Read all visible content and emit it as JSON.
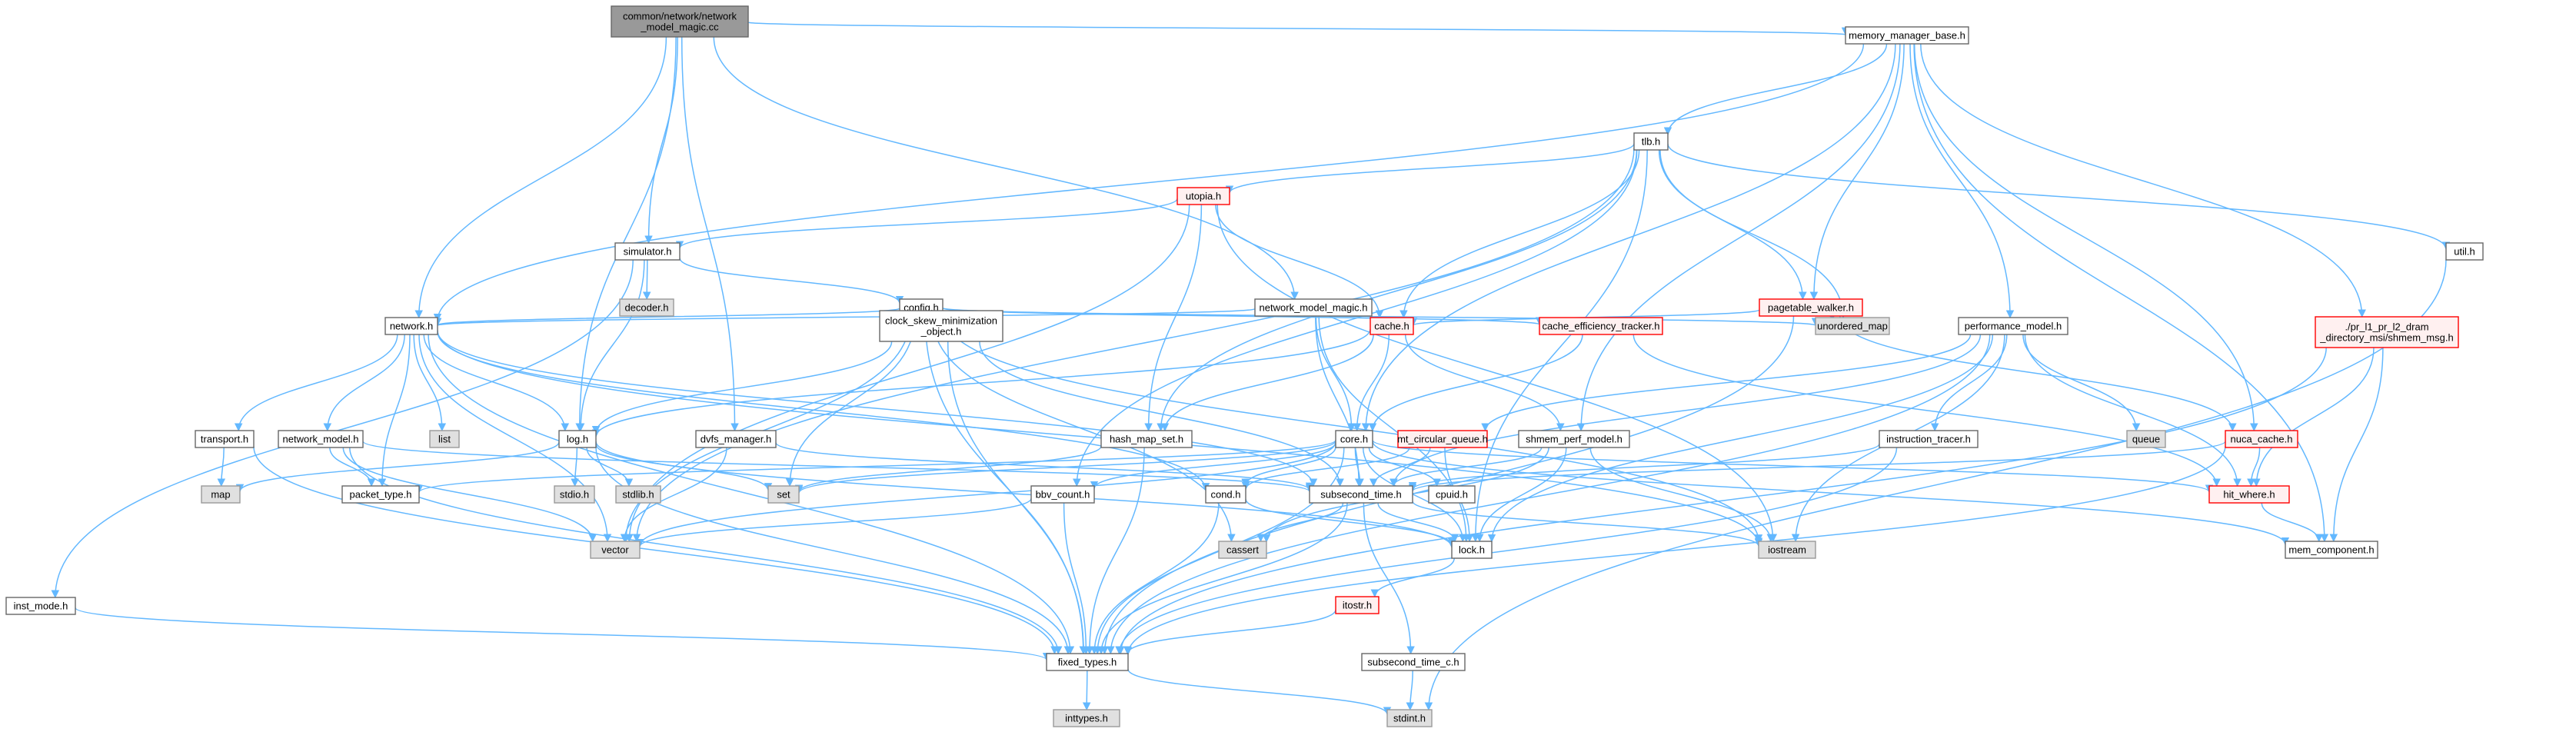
{
  "diagram": {
    "type": "include-dependency-graph",
    "colors": {
      "edge": "#63b8ff",
      "root_fill": "#999999",
      "root_border": "#666666",
      "file_fill": "#ffffff",
      "file_border": "#666666",
      "external_fill": "#e0e0e0",
      "external_border": "#999999",
      "truncated_border": "#ff0000",
      "truncated_fill": "#fff0f0"
    },
    "nodes": [
      {
        "id": "root",
        "label": "common/network/network\n_model_magic.cc",
        "kind": "root"
      },
      {
        "id": "memory_manager_base",
        "label": "memory_manager_base.h",
        "kind": "file"
      },
      {
        "id": "tlb",
        "label": "tlb.h",
        "kind": "file"
      },
      {
        "id": "utopia",
        "label": "utopia.h",
        "kind": "truncated"
      },
      {
        "id": "util",
        "label": "util.h",
        "kind": "file"
      },
      {
        "id": "simulator",
        "label": "simulator.h",
        "kind": "file"
      },
      {
        "id": "decoder",
        "label": "decoder.h",
        "kind": "external"
      },
      {
        "id": "config",
        "label": "config.h",
        "kind": "file"
      },
      {
        "id": "network_model_magic",
        "label": "network_model_magic.h",
        "kind": "file"
      },
      {
        "id": "pagetable_walker",
        "label": "pagetable_walker.h",
        "kind": "truncated"
      },
      {
        "id": "network",
        "label": "network.h",
        "kind": "file"
      },
      {
        "id": "clock_skew",
        "label": "clock_skew_minimization\n_object.h",
        "kind": "file"
      },
      {
        "id": "cache",
        "label": "cache.h",
        "kind": "truncated"
      },
      {
        "id": "cache_eff",
        "label": "cache_efficiency_tracker.h",
        "kind": "truncated"
      },
      {
        "id": "unordered_map",
        "label": "unordered_map",
        "kind": "external"
      },
      {
        "id": "performance_model",
        "label": "performance_model.h",
        "kind": "file"
      },
      {
        "id": "pr_l1",
        "label": "./pr_l1_pr_l2_dram\n_directory_msi/shmem_msg.h",
        "kind": "truncated"
      },
      {
        "id": "transport",
        "label": "transport.h",
        "kind": "file"
      },
      {
        "id": "network_model",
        "label": "network_model.h",
        "kind": "file"
      },
      {
        "id": "list",
        "label": "list",
        "kind": "external"
      },
      {
        "id": "log",
        "label": "log.h",
        "kind": "file"
      },
      {
        "id": "dvfs_manager",
        "label": "dvfs_manager.h",
        "kind": "file"
      },
      {
        "id": "hash_map_set",
        "label": "hash_map_set.h",
        "kind": "file"
      },
      {
        "id": "core",
        "label": "core.h",
        "kind": "file"
      },
      {
        "id": "mt_circular_queue",
        "label": "mt_circular_queue.h",
        "kind": "truncated"
      },
      {
        "id": "shmem_perf_model",
        "label": "shmem_perf_model.h",
        "kind": "file"
      },
      {
        "id": "instruction_tracer",
        "label": "instruction_tracer.h",
        "kind": "file"
      },
      {
        "id": "queue",
        "label": "queue",
        "kind": "external"
      },
      {
        "id": "nuca_cache",
        "label": "nuca_cache.h",
        "kind": "truncated"
      },
      {
        "id": "map",
        "label": "map",
        "kind": "external"
      },
      {
        "id": "packet_type",
        "label": "packet_type.h",
        "kind": "file"
      },
      {
        "id": "stdio",
        "label": "stdio.h",
        "kind": "external"
      },
      {
        "id": "stdlib",
        "label": "stdlib.h",
        "kind": "external"
      },
      {
        "id": "set",
        "label": "set",
        "kind": "external"
      },
      {
        "id": "subsecond_time",
        "label": "subsecond_time.h",
        "kind": "file"
      },
      {
        "id": "cpuid",
        "label": "cpuid.h",
        "kind": "file"
      },
      {
        "id": "hit_where",
        "label": "hit_where.h",
        "kind": "truncated"
      },
      {
        "id": "bbv_count",
        "label": "bbv_count.h",
        "kind": "file"
      },
      {
        "id": "cond",
        "label": "cond.h",
        "kind": "file"
      },
      {
        "id": "vector",
        "label": "vector",
        "kind": "external"
      },
      {
        "id": "cassert",
        "label": "cassert",
        "kind": "external"
      },
      {
        "id": "lock",
        "label": "lock.h",
        "kind": "file"
      },
      {
        "id": "iostream",
        "label": "iostream",
        "kind": "external"
      },
      {
        "id": "mem_component",
        "label": "mem_component.h",
        "kind": "file"
      },
      {
        "id": "inst_mode",
        "label": "inst_mode.h",
        "kind": "file"
      },
      {
        "id": "itostr",
        "label": "itostr.h",
        "kind": "truncated"
      },
      {
        "id": "fixed_types",
        "label": "fixed_types.h",
        "kind": "file"
      },
      {
        "id": "subsecond_time_c",
        "label": "subsecond_time_c.h",
        "kind": "file"
      },
      {
        "id": "inttypes",
        "label": "inttypes.h",
        "kind": "external"
      },
      {
        "id": "stdint",
        "label": "stdint.h",
        "kind": "external"
      }
    ],
    "edges": [
      [
        "root",
        "memory_manager_base"
      ],
      [
        "root",
        "network_model_magic"
      ],
      [
        "root",
        "simulator"
      ],
      [
        "root",
        "dvfs_manager"
      ],
      [
        "root",
        "log"
      ],
      [
        "root",
        "network"
      ],
      [
        "memory_manager_base",
        "tlb"
      ],
      [
        "memory_manager_base",
        "network"
      ],
      [
        "memory_manager_base",
        "pagetable_walker"
      ],
      [
        "memory_manager_base",
        "performance_model"
      ],
      [
        "memory_manager_base",
        "nuca_cache"
      ],
      [
        "memory_manager_base",
        "pr_l1"
      ],
      [
        "memory_manager_base",
        "mem_component"
      ],
      [
        "memory_manager_base",
        "core"
      ],
      [
        "memory_manager_base",
        "shmem_perf_model"
      ],
      [
        "tlb",
        "utopia"
      ],
      [
        "tlb",
        "util"
      ],
      [
        "tlb",
        "cache"
      ],
      [
        "tlb",
        "pagetable_walker"
      ],
      [
        "tlb",
        "unordered_map"
      ],
      [
        "tlb",
        "hash_map_set"
      ],
      [
        "tlb",
        "lock"
      ],
      [
        "tlb",
        "vector"
      ],
      [
        "tlb",
        "bbv_count"
      ],
      [
        "utopia",
        "simulator"
      ],
      [
        "utopia",
        "cache"
      ],
      [
        "utopia",
        "hash_map_set"
      ],
      [
        "utopia",
        "vector"
      ],
      [
        "utopia",
        "iostream"
      ],
      [
        "util",
        "stdint"
      ],
      [
        "simulator",
        "decoder"
      ],
      [
        "simulator",
        "config"
      ],
      [
        "simulator",
        "log"
      ],
      [
        "simulator",
        "inst_mode"
      ],
      [
        "config",
        "network"
      ],
      [
        "config",
        "clock_skew"
      ],
      [
        "config",
        "cache_eff"
      ],
      [
        "config",
        "unordered_map"
      ],
      [
        "config",
        "set"
      ],
      [
        "config",
        "vector"
      ],
      [
        "config",
        "fixed_types"
      ],
      [
        "config",
        "cassert"
      ],
      [
        "config",
        "iostream"
      ],
      [
        "network_model_magic",
        "network"
      ],
      [
        "network_model_magic",
        "core"
      ],
      [
        "network_model_magic",
        "lock"
      ],
      [
        "network_model_magic",
        "subsecond_time"
      ],
      [
        "pagetable_walker",
        "cache"
      ],
      [
        "pagetable_walker",
        "unordered_map"
      ],
      [
        "pagetable_walker",
        "nuca_cache"
      ],
      [
        "pagetable_walker",
        "fixed_types"
      ],
      [
        "network",
        "transport"
      ],
      [
        "network",
        "network_model"
      ],
      [
        "network",
        "list"
      ],
      [
        "network",
        "log"
      ],
      [
        "network",
        "packet_type"
      ],
      [
        "network",
        "cond"
      ],
      [
        "network",
        "vector"
      ],
      [
        "network",
        "fixed_types"
      ],
      [
        "network",
        "subsecond_time"
      ],
      [
        "network",
        "iostream"
      ],
      [
        "clock_skew",
        "fixed_types"
      ],
      [
        "clock_skew",
        "subsecond_time"
      ],
      [
        "clock_skew",
        "log"
      ],
      [
        "cache",
        "core"
      ],
      [
        "cache",
        "log"
      ],
      [
        "cache",
        "hash_map_set"
      ],
      [
        "cache",
        "shmem_perf_model"
      ],
      [
        "cache_eff",
        "core"
      ],
      [
        "cache_eff",
        "hit_where"
      ],
      [
        "performance_model",
        "queue"
      ],
      [
        "performance_model",
        "instruction_tracer"
      ],
      [
        "performance_model",
        "hit_where"
      ],
      [
        "performance_model",
        "iostream"
      ],
      [
        "performance_model",
        "lock"
      ],
      [
        "performance_model",
        "subsecond_time"
      ],
      [
        "performance_model",
        "mt_circular_queue"
      ],
      [
        "performance_model",
        "fixed_types"
      ],
      [
        "pr_l1",
        "hit_where"
      ],
      [
        "pr_l1",
        "mem_component"
      ],
      [
        "pr_l1",
        "fixed_types"
      ],
      [
        "transport",
        "map"
      ],
      [
        "transport",
        "fixed_types"
      ],
      [
        "network_model",
        "packet_type"
      ],
      [
        "network_model",
        "subsecond_time"
      ],
      [
        "network_model",
        "vector"
      ],
      [
        "network_model",
        "fixed_types"
      ],
      [
        "log",
        "stdio"
      ],
      [
        "log",
        "stdlib"
      ],
      [
        "log",
        "set"
      ],
      [
        "log",
        "map"
      ],
      [
        "log",
        "lock"
      ],
      [
        "log",
        "fixed_types"
      ],
      [
        "dvfs_manager",
        "subsecond_time"
      ],
      [
        "dvfs_manager",
        "vector"
      ],
      [
        "hash_map_set",
        "fixed_types"
      ],
      [
        "hash_map_set",
        "set"
      ],
      [
        "core",
        "subsecond_time"
      ],
      [
        "core",
        "cpuid"
      ],
      [
        "core",
        "hit_where"
      ],
      [
        "core",
        "packet_type"
      ],
      [
        "core",
        "bbv_count"
      ],
      [
        "core",
        "cond"
      ],
      [
        "core",
        "lock"
      ],
      [
        "core",
        "fixed_types"
      ],
      [
        "core",
        "set"
      ],
      [
        "core",
        "mem_component"
      ],
      [
        "core",
        "vector"
      ],
      [
        "mt_circular_queue",
        "cond"
      ],
      [
        "mt_circular_queue",
        "lock"
      ],
      [
        "mt_circular_queue",
        "subsecond_time"
      ],
      [
        "shmem_perf_model",
        "subsecond_time"
      ],
      [
        "shmem_perf_model",
        "lock"
      ],
      [
        "shmem_perf_model",
        "iostream"
      ],
      [
        "shmem_perf_model",
        "cassert"
      ],
      [
        "instruction_tracer",
        "subsecond_time"
      ],
      [
        "instruction_tracer",
        "fixed_types"
      ],
      [
        "nuca_cache",
        "hit_where"
      ],
      [
        "nuca_cache",
        "subsecond_time"
      ],
      [
        "nuca_cache",
        "fixed_types"
      ],
      [
        "subsecond_time",
        "lock"
      ],
      [
        "subsecond_time",
        "cassert"
      ],
      [
        "subsecond_time",
        "iostream"
      ],
      [
        "subsecond_time",
        "fixed_types"
      ],
      [
        "subsecond_time",
        "subsecond_time_c"
      ],
      [
        "hit_where",
        "mem_component"
      ],
      [
        "bbv_count",
        "fixed_types"
      ],
      [
        "bbv_count",
        "vector"
      ],
      [
        "cond",
        "lock"
      ],
      [
        "cond",
        "fixed_types"
      ],
      [
        "lock",
        "itostr"
      ],
      [
        "itostr",
        "fixed_types"
      ],
      [
        "inst_mode",
        "fixed_types"
      ],
      [
        "fixed_types",
        "inttypes"
      ],
      [
        "fixed_types",
        "stdint"
      ],
      [
        "subsecond_time_c",
        "stdint"
      ]
    ]
  }
}
